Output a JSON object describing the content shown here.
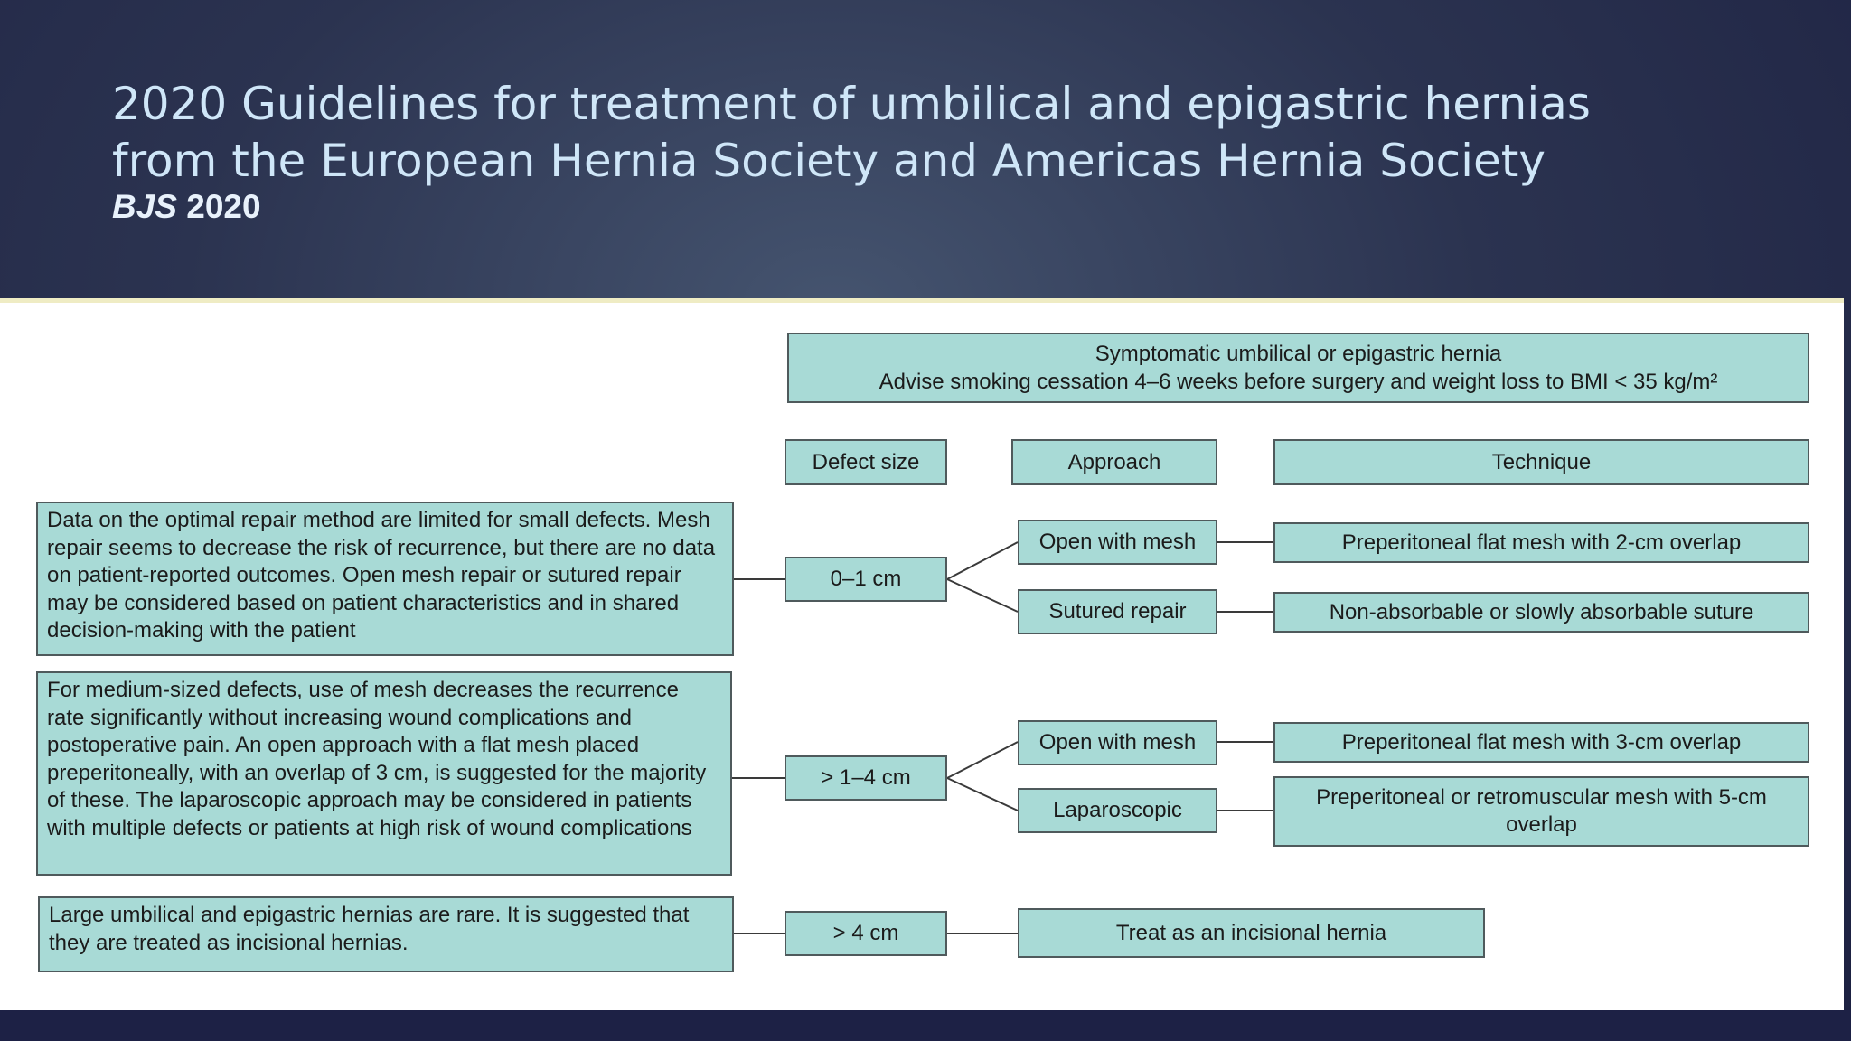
{
  "slide": {
    "title_line1": "2020 Guidelines for treatment of umbilical and epigastric hernias",
    "title_line2": "from the European Hernia Society and Americas Hernia Society",
    "journal": "BJS",
    "year": "2020"
  },
  "diagram": {
    "header_line1": "Symptomatic umbilical or epigastric hernia",
    "header_line2": "Advise smoking cessation 4–6 weeks before surgery and weight loss to BMI < 35 kg/m²",
    "col_defect": "Defect size",
    "col_approach": "Approach",
    "col_technique": "Technique",
    "small": {
      "note": "Data on the optimal repair method are limited for small defects. Mesh repair seems to decrease the risk of recurrence, but there are no data on patient-reported outcomes. Open mesh repair or sutured repair may be considered based on patient characteristics and in shared decision-making with the patient",
      "size": "0–1 cm",
      "approach1": "Open with mesh",
      "technique1": "Preperitoneal flat mesh with 2-cm overlap",
      "approach2": "Sutured repair",
      "technique2": "Non-absorbable or slowly absorbable suture"
    },
    "medium": {
      "note": "For medium-sized defects, use of mesh decreases the recurrence rate significantly without increasing wound complications and postoperative pain. An open approach with a flat mesh placed preperitoneally, with an overlap of 3 cm, is suggested for the majority of these. The laparoscopic approach may be considered in patients with multiple defects or patients at high risk of wound complications",
      "size": "> 1–4 cm",
      "approach1": "Open with mesh",
      "technique1": "Preperitoneal flat mesh with 3-cm overlap",
      "approach2": "Laparoscopic",
      "technique2": "Preperitoneal or retromuscular mesh with 5-cm overlap"
    },
    "large": {
      "note": "Large umbilical and epigastric hernias are rare. It is suggested that they are treated as incisional hernias.",
      "size": "> 4 cm",
      "approach": "Treat as an incisional hernia"
    }
  },
  "colors": {
    "box_fill": "#a8dad6",
    "title_text": "#cfe6f8",
    "background_dark": "#1c2041"
  }
}
